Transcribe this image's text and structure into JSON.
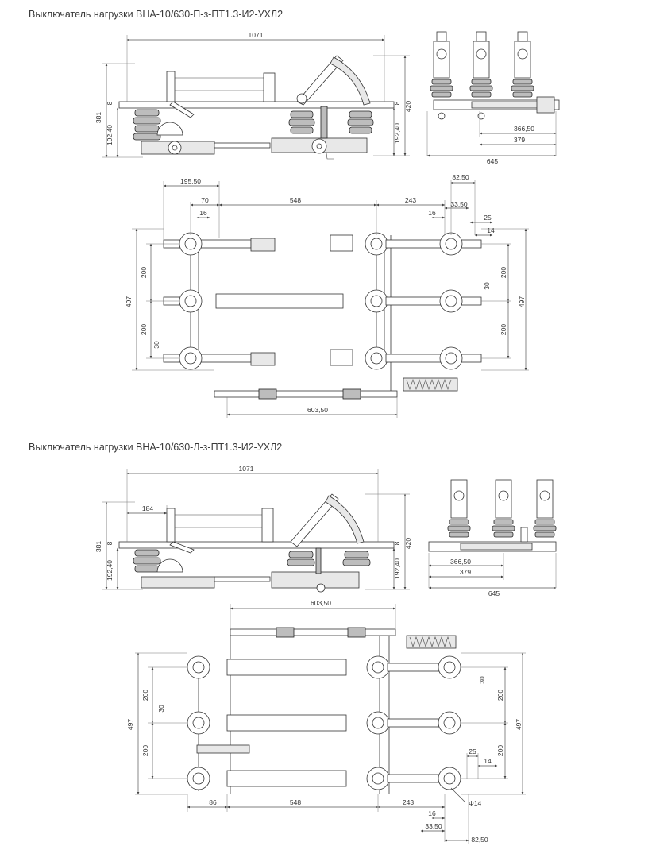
{
  "titles": {
    "top": "Выключатель нагрузки ВНА-10/630-П-з-ПТ1.3-И2-УХЛ2",
    "bottom": "Выключатель нагрузки ВНА-10/630-Л-з-ПТ1.3-И2-УХЛ2"
  },
  "dims_top": {
    "side_width": "1071",
    "side_height_left": "381",
    "side_mid_left": "192,40",
    "side_small_left": "8",
    "side_height_right": "420",
    "side_mid_right": "192,40",
    "side_small_right": "8",
    "front_366": "366,50",
    "front_379": "379",
    "front_645": "645",
    "plan_195": "195,50",
    "plan_70": "70",
    "plan_16a": "16",
    "plan_548": "548",
    "plan_243": "243",
    "plan_16b": "16",
    "plan_82": "82,50",
    "plan_33": "33,50",
    "plan_25": "25",
    "plan_14": "14",
    "plan_200a": "200",
    "plan_200b": "200",
    "plan_497a": "497",
    "plan_30a": "30",
    "plan_200c": "200",
    "plan_30b": "30",
    "plan_200d": "200",
    "plan_497b": "497",
    "plan_603": "603,50"
  },
  "dims_bottom": {
    "side_width": "1071",
    "side_184": "184",
    "side_height_left": "381",
    "side_mid_left": "192,40",
    "side_small_left": "8",
    "side_height_right": "420",
    "side_mid_right": "192,40",
    "side_small_right": "8",
    "front_366": "366,50",
    "front_379": "379",
    "front_645": "645",
    "plan_603": "603,50",
    "plan_200a": "200",
    "plan_30a": "30",
    "plan_200b": "200",
    "plan_497a": "497",
    "plan_30b": "30",
    "plan_200c": "200",
    "plan_497b": "497",
    "plan_200d": "200",
    "plan_25": "25",
    "plan_14": "14",
    "plan_86": "86",
    "plan_548": "548",
    "plan_243": "243",
    "plan_phi14": "Φ14",
    "plan_16": "16",
    "plan_33": "33,50",
    "plan_82": "82,50"
  }
}
